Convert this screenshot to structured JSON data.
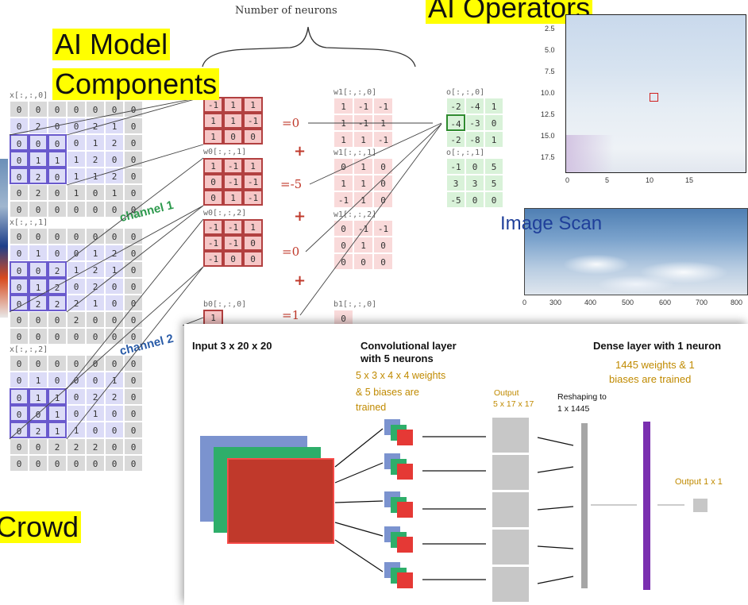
{
  "labels": {
    "ai_operators": "AI Operators",
    "ai_model": "AI Model",
    "components": "Components",
    "crowd": "Crowd",
    "image_scan": "Image Scan"
  },
  "conv_figure": {
    "title": "Number of neurons",
    "input_labels": [
      "x[:,:,0]",
      "x[:,:,1]",
      "x[:,:,2]"
    ],
    "input_grids": [
      [
        "0",
        "0",
        "0",
        "0",
        "0",
        "0",
        "0",
        "0",
        "2",
        "0",
        "0",
        "2",
        "1",
        "0",
        "0",
        "0",
        "0",
        "0",
        "1",
        "2",
        "0",
        "0",
        "1",
        "1",
        "1",
        "2",
        "0",
        "0",
        "0",
        "2",
        "0",
        "1",
        "1",
        "2",
        "0",
        "0",
        "2",
        "0",
        "1",
        "0",
        "1",
        "0",
        "0",
        "0",
        "0",
        "0",
        "0",
        "0",
        "0"
      ],
      [
        "0",
        "0",
        "0",
        "0",
        "0",
        "0",
        "0",
        "0",
        "1",
        "0",
        "0",
        "1",
        "2",
        "0",
        "0",
        "0",
        "2",
        "1",
        "2",
        "1",
        "0",
        "0",
        "1",
        "2",
        "0",
        "2",
        "0",
        "0",
        "0",
        "2",
        "2",
        "2",
        "1",
        "0",
        "0",
        "0",
        "0",
        "0",
        "2",
        "0",
        "0",
        "0",
        "0",
        "0",
        "0",
        "0",
        "0",
        "0",
        "0"
      ],
      [
        "0",
        "0",
        "0",
        "0",
        "0",
        "0",
        "0",
        "0",
        "1",
        "0",
        "0",
        "0",
        "1",
        "0",
        "0",
        "1",
        "1",
        "0",
        "2",
        "2",
        "0",
        "0",
        "0",
        "1",
        "0",
        "1",
        "0",
        "0",
        "0",
        "2",
        "1",
        "1",
        "0",
        "0",
        "0",
        "0",
        "0",
        "2",
        "2",
        "2",
        "0",
        "0",
        "0",
        "0",
        "0",
        "0",
        "0",
        "0",
        "0"
      ]
    ],
    "w0_labels": [
      "",
      "w0[:,:,1]",
      "w0[:,:,2]"
    ],
    "w0_grids": [
      [
        "-1",
        "1",
        "1",
        "1",
        "1",
        "-1",
        "1",
        "0",
        "0"
      ],
      [
        "1",
        "-1",
        "1",
        "0",
        "-1",
        "-1",
        "0",
        "1",
        "-1"
      ],
      [
        "-1",
        "-1",
        "1",
        "-1",
        "-1",
        "0",
        "-1",
        "0",
        "0"
      ]
    ],
    "w1_labels": [
      "w1[:,:,0]",
      "w1[:,:,1]",
      "w1[:,:,2]"
    ],
    "w1_grids": [
      [
        "1",
        "-1",
        "-1",
        "1",
        "-1",
        "1",
        "1",
        "1",
        "-1"
      ],
      [
        "0",
        "1",
        "0",
        "1",
        "1",
        "0",
        "-1",
        "1",
        "0"
      ],
      [
        "0",
        "-1",
        "-1",
        "0",
        "1",
        "0",
        "0",
        "0",
        "0"
      ]
    ],
    "equals": [
      "=0",
      "=-5",
      "=0",
      "=1"
    ],
    "plus_signs": [
      "+",
      "+",
      "+"
    ],
    "bias_labels": [
      "b0[:,:,0]",
      "b1[:,:,0]"
    ],
    "bias_values": [
      "1",
      "0"
    ],
    "output_labels": [
      "o[:,:,0]",
      "o[:,:,1]"
    ],
    "output_grids": [
      [
        "-2",
        "-4",
        "1",
        "-4",
        "-3",
        "0",
        "-2",
        "-8",
        "1"
      ],
      [
        "-1",
        "0",
        "5",
        "3",
        "3",
        "5",
        "-5",
        "0",
        "0"
      ]
    ],
    "channel_labels": [
      "channel 1",
      "channel 2"
    ]
  },
  "scan_plot": {
    "y_ticks": [
      "2.5",
      "5.0",
      "7.5",
      "10.0",
      "12.5",
      "15.0",
      "17.5"
    ],
    "x_ticks": [
      "0",
      "5",
      "10",
      "15"
    ]
  },
  "sky_plot": {
    "x_ticks": [
      "0",
      "300",
      "400",
      "500",
      "600",
      "700",
      "800"
    ]
  },
  "cnn": {
    "input_title": "Input 3 x 20 x 20",
    "conv_title_1": "Convolutional layer",
    "conv_title_2": "with 5 neurons",
    "conv_note": [
      "5 x 3 x 4 x 4 weights",
      "& 5 biases are",
      "trained"
    ],
    "output_note": [
      "Output",
      "5 x 17 x 17"
    ],
    "reshape_note": [
      "Reshaping to",
      "1 x 1445"
    ],
    "dense_title": "Dense layer with 1 neuron",
    "dense_note": [
      "1445 weights & 1",
      "biases are trained"
    ],
    "final_output": "Output 1 x 1"
  },
  "colors": {
    "highlight": "#ffff00",
    "image_scan_text": "#1f3f9a",
    "channel1": "#2e9a4e",
    "channel2": "#2a5ca8",
    "dense_bar": "#7a2fb0",
    "orange_text": "#c08a00"
  }
}
